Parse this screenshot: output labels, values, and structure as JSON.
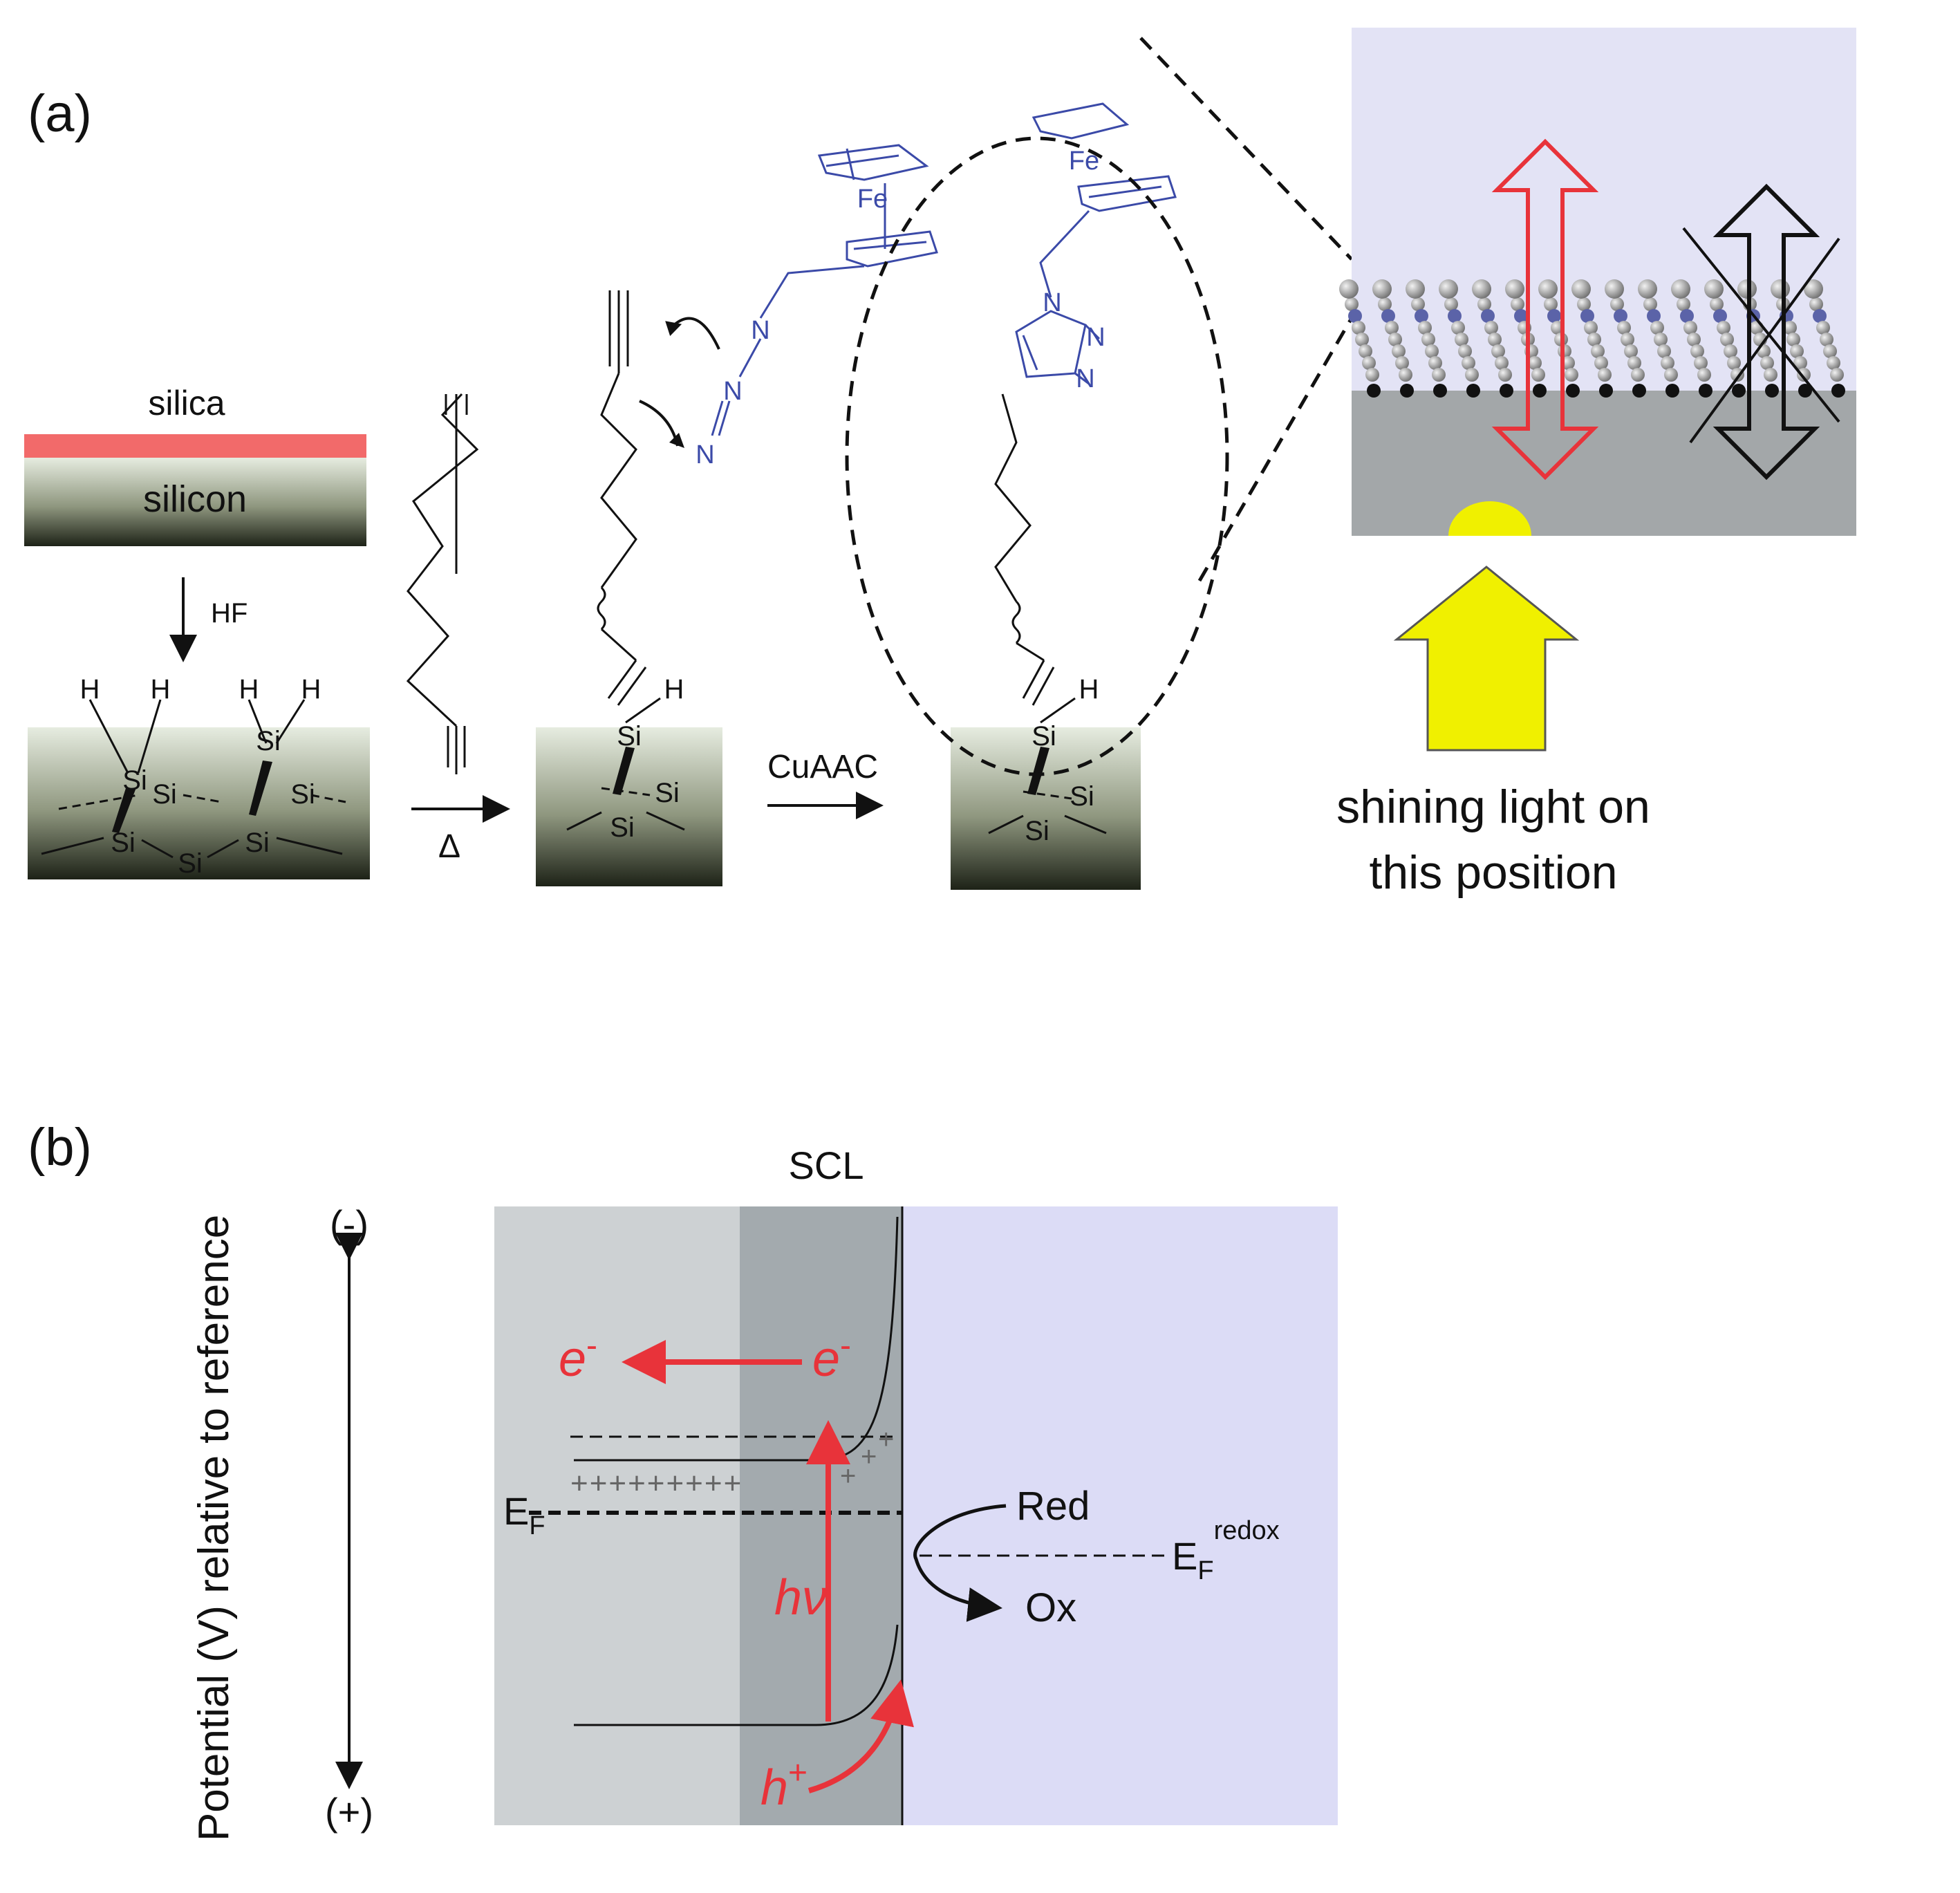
{
  "panel_a": {
    "label": "(a)",
    "wafer": {
      "top_layer": "silica",
      "bottom_layer": "silicon"
    },
    "step1": {
      "reagent": "HF"
    },
    "step2": {
      "condition": "Δ"
    },
    "step3": {
      "reagent": "CuAAC"
    },
    "atoms": {
      "silicon": "Si",
      "hydrogen": "H",
      "iron": "Fe",
      "nitrogen": "N"
    },
    "caption": {
      "line1": "shining light on",
      "line2": "this position"
    }
  },
  "panel_b": {
    "label": "(b)",
    "scl": "SCL",
    "axis_title": "Potential (V) relative to reference",
    "axis_top": "(-)",
    "axis_bottom": "(+)",
    "electron": "e",
    "electron_sup": "-",
    "photon": "hν",
    "hole": "h",
    "hole_sup": "+",
    "fermi_main": "E",
    "fermi_sub": "F",
    "fermi_redox_sup": "redox",
    "red": "Red",
    "ox": "Ox",
    "plus_row": "+++++++++"
  },
  "colors": {
    "silica": "#f26a6a",
    "silicon_top": "#e4eadf",
    "silicon_bottom": "#1e2318",
    "ferrocene_blue": "#3b4aa8",
    "process_red": "#e8333a",
    "light_yellow": "#f0f000",
    "electrolyte": "#dcdcf6",
    "semiconductor": "#cdd1d3",
    "scl_region": "#a3aaae"
  }
}
